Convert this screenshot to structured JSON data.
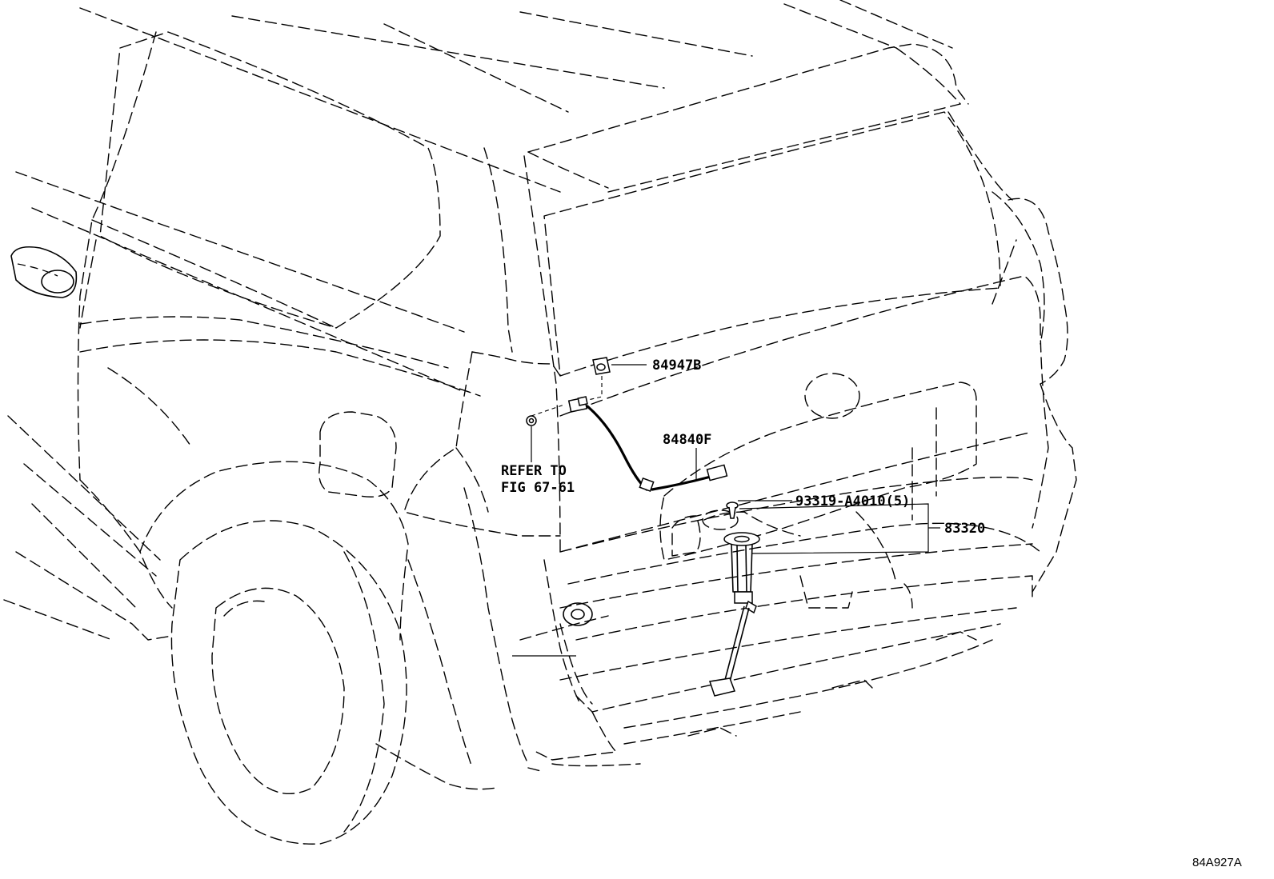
{
  "diagram_code": "84A927A",
  "callouts": {
    "part_84947B": "84947B",
    "part_84840F": "84840F",
    "part_93319": "93319-A4010(5)",
    "part_83320": "83320",
    "refer_line1": "REFER TO",
    "refer_line2": "FIG 67-61"
  }
}
